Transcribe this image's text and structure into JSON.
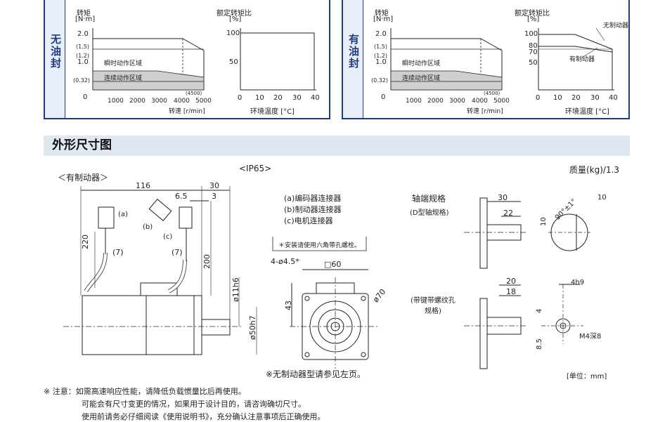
{
  "panels": [
    {
      "side_label": "无油封",
      "torque_chart": {
        "ylabel_1": "转矩",
        "ylabel_2": "[N·m]",
        "y_ticks": [
          "2.0",
          "(1.5)",
          "(1.2)",
          "1.0",
          "(0.32)",
          "0"
        ],
        "x_ticks": [
          "1000",
          "2000",
          "3000",
          "4000",
          "5000"
        ],
        "x_note": "(4500)",
        "xlabel": "转速 [r/min]",
        "zone_instant": "瞬时动作区域",
        "zone_continuous": "连续动作区域"
      },
      "derating_chart": {
        "ylabel_1": "额定转矩比",
        "ylabel_2": "[%]",
        "y_ticks": [
          "100",
          "50"
        ],
        "x_ticks": [
          "0",
          "10",
          "20",
          "30",
          "40"
        ],
        "xlabel": "环境温度 [°C]"
      }
    },
    {
      "side_label": "有油封",
      "torque_chart": {
        "ylabel_1": "转矩",
        "ylabel_2": "[N·m]",
        "y_ticks": [
          "2.0",
          "(1.5)",
          "(1.2)",
          "1.0",
          "(0.32)",
          "0"
        ],
        "x_ticks": [
          "1000",
          "2000",
          "3000",
          "4000",
          "5000"
        ],
        "x_note": "(4500)",
        "xlabel": "转速 [r/min]",
        "zone_instant": "瞬时动作区域",
        "zone_continuous": "连续动作区域"
      },
      "derating_chart": {
        "ylabel_1": "额定转矩比",
        "ylabel_2": "[%]",
        "y_ticks": [
          "100",
          "80",
          "70",
          "50"
        ],
        "x_ticks": [
          "0",
          "10",
          "20",
          "30",
          "40"
        ],
        "xlabel": "环境温度 [°C]",
        "curve_no_brake": "无制动器",
        "curve_brake": "有制动器"
      }
    }
  ],
  "section_title": "外形尺寸图",
  "drawing": {
    "variant_label": "＜有制动器＞",
    "ip_rating": "<IP65>",
    "mass": "质量(kg)/1.3",
    "dims": {
      "d116": "116",
      "d30": "30",
      "d6_5": "6.5",
      "d3": "3",
      "d220": "220",
      "d7a": "(7)",
      "d7b": "(7)",
      "d200": "200",
      "d11h6": "ø11h6",
      "d50h7": "ø50h7",
      "d60": "□60",
      "d43": "43",
      "d70": "ø70",
      "holes": "4-ø4.5*"
    },
    "connector_marks": {
      "a": "(a)",
      "b": "(b)",
      "c": "(c)"
    },
    "connectors": [
      "(a)编码器连接器",
      "(b)制动器连接器",
      "(c)电机连接器"
    ],
    "install_note": "＊安装请使用六角带孔螺栓。",
    "shaft_title": "轴端规格",
    "shaft_d_title": "(D型轴规格)",
    "shaft_d_dims": {
      "d30": "30",
      "d22": "22",
      "d10": "10",
      "d10b": "10",
      "angle": "90°±1°"
    },
    "shaft_key_title_1": "(带键带螺纹孔",
    "shaft_key_title_2": "规格)",
    "shaft_key_dims": {
      "d20": "20",
      "d18": "18",
      "d4h9": "4h9",
      "d4": "4",
      "d8_5": "8.5",
      "thread": "M4深8"
    },
    "no_brake_ref": "※无制动器型请参见左页。",
    "unit": "[单位：mm]"
  },
  "notes": {
    "line1": "※ 注意：如需高速响应性能，请降低负载惯量比后再使用。",
    "line2": "可能会有尺寸变更的情况，如果用于设计目的，请咨询确切尺寸。",
    "line3": "使用前请务必仔细阅读《使用说明书》，充分确认注意事项后正确使用。"
  },
  "colors": {
    "accent": "#1f3b82",
    "heading_bg": "#dfe7f3",
    "zone_fill": "#cfcfcf"
  }
}
